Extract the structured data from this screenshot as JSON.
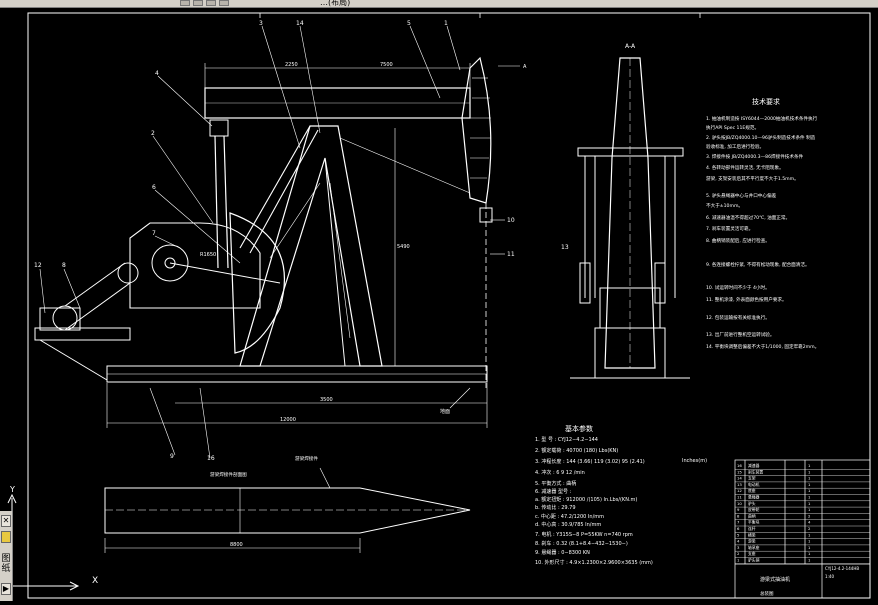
{
  "toolbar": {
    "partial_text": "…(布局)"
  },
  "drawing": {
    "section_label": "A-A",
    "view_arrow_label": "A",
    "tech_title": "技术要求",
    "tech_items": [
      "1. 抽油机制造按 ISY6044—2000抽油机技术条件执行",
      "执行API Spec 11E规范。",
      "2. 驴头按JB/ZQ4000.10—96驴头制造技术条件 制造",
      "验收标准, 加工后进行检验。",
      "3. 焊接件按 JB/ZQ4000.3—86焊接件技术条件",
      "4. 各转动部件运转灵活, 无卡阻现象。",
      "游梁, 支架安装后其不平行度不大于1.5mm。",
      "5. 驴头悬绳器中心与井口中心偏差",
      "不大于±10mm。",
      "6. 减速器油温不得超过70℃, 油面正常。",
      "7. 刹车装置灵活可靠。",
      "8. 曲柄销装配后, 应进行检查。",
      "9. 各连接螺栓拧紧, 不得有松动现象, 配合面清洁。",
      "10. 试运转时间不少于 4小时。",
      "11. 整机涂漆, 外表面颜色按用户要求。",
      "12. 包装运输按有关标准执行。",
      "13. 出厂前进行整机空运转试验。",
      "14. 平衡块调整后偏差不大于1/1000, 固定牢靠2mm。"
    ],
    "params_title": "基本参数",
    "params": [
      "1. 型 号 : CYJ12−4.2−144",
      "2. 额定载荷 : 40700     (180)  Lbs(KN)",
      "3. 冲程长度 : 144  (3.66)  119  (3.02)  95  (2.41)",
      "4. 冲次 : 6    9    12  /min",
      "5. 平衡方式 :  曲柄",
      "6. 减速器 型号 :",
      "   a. 额定扭矩 :  912000  /(105)  In.Lbs/(KN.m)",
      "   b. 传动比 :  29.79",
      "   c. 中心距 :  47.2/1200    In/mm",
      "   d. 中心高 :  30.9/785     In/mm",
      "7. 电机 : Y315S−8     P=55KW    n=740   rpm",
      "8. 刹车 : 0.32  (8.1+8.4−432−1530−)",
      "9. 悬绳器 : 0−8300   KN",
      "10. 外形尺寸 :  4.9×1.2300×2.9600×3635              (mm)"
    ],
    "params_unit": "Inches(m)",
    "detail_label": "游梁焊接件剖面图",
    "detail_label2": "游梁焊接件",
    "dims": {
      "base": "12000",
      "beam_top": "2250",
      "beam_top2": "7500",
      "height": "5490",
      "front": "3500",
      "detail_total": "8800",
      "ground": "地面",
      "crank_r": "R1650"
    },
    "balloons": [
      "3",
      "14",
      "5",
      "1",
      "4",
      "2",
      "6",
      "7",
      "8",
      "12",
      "10",
      "11",
      "13",
      "9",
      "16"
    ],
    "title_block": {
      "drawing_name": "游梁式抽油机",
      "drawing_no": "CYJ12-4.2-144HB",
      "scale": "1:40",
      "company": "总装图"
    },
    "bom_rows": [
      [
        "16",
        "减速器",
        "1"
      ],
      [
        "15",
        "刹车装置",
        "1"
      ],
      [
        "14",
        "支架",
        "1"
      ],
      [
        "13",
        "电动机",
        "1"
      ],
      [
        "12",
        "底座",
        "1"
      ],
      [
        "11",
        "悬绳器",
        "1"
      ],
      [
        "10",
        "驴头",
        "1"
      ],
      [
        "9",
        "皮带轮",
        "1"
      ],
      [
        "8",
        "曲柄",
        "2"
      ],
      [
        "7",
        "平衡块",
        "4"
      ],
      [
        "6",
        "连杆",
        "2"
      ],
      [
        "5",
        "横梁",
        "1"
      ],
      [
        "4",
        "游梁",
        "1"
      ],
      [
        "3",
        "轴承座",
        "1"
      ],
      [
        "2",
        "支座",
        "1"
      ],
      [
        "1",
        "驴头销",
        "1"
      ]
    ]
  },
  "ucs": {
    "x": "X",
    "y": "Y"
  },
  "side_panel": {
    "label": "图纸"
  }
}
